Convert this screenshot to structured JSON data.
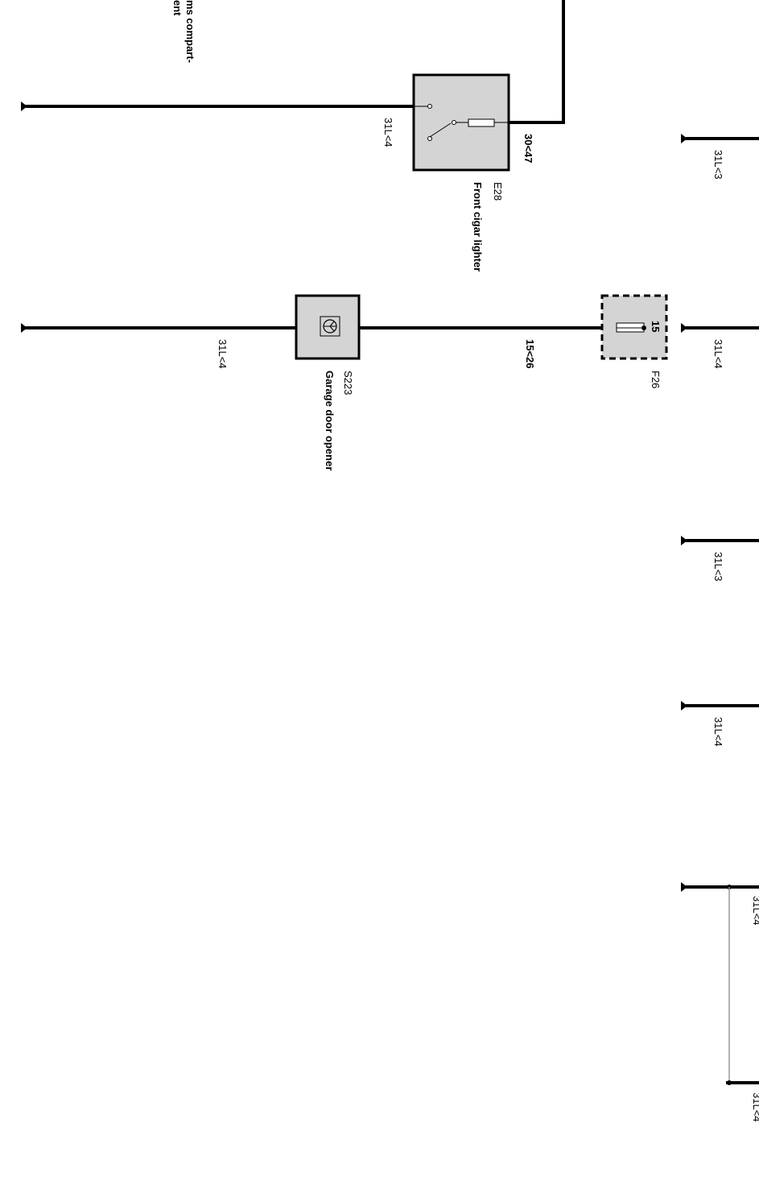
{
  "partial_label_top": "ms compart-",
  "partial_label_top2": "ent",
  "components": {
    "e28": {
      "code": "E28",
      "name": "Front cigar lighter",
      "pin_in": "31L<4",
      "pin_out": "30<47"
    },
    "s223": {
      "code": "S223",
      "name": "Garage door opener",
      "wire_left": "31L<4",
      "wire_right": "15<26"
    },
    "f26": {
      "code": "F26",
      "pin": "15"
    }
  },
  "right_terminals": [
    {
      "label": "31L<3"
    },
    {
      "label": "31L<4"
    },
    {
      "label": "31L<3"
    },
    {
      "label": "31L<4"
    },
    {
      "label": "31L<4"
    },
    {
      "label": "31L<4"
    }
  ],
  "colors": {
    "wire": "#000000",
    "component_fill": "#d4d4d4",
    "thin_wire": "#9a9a9a"
  }
}
